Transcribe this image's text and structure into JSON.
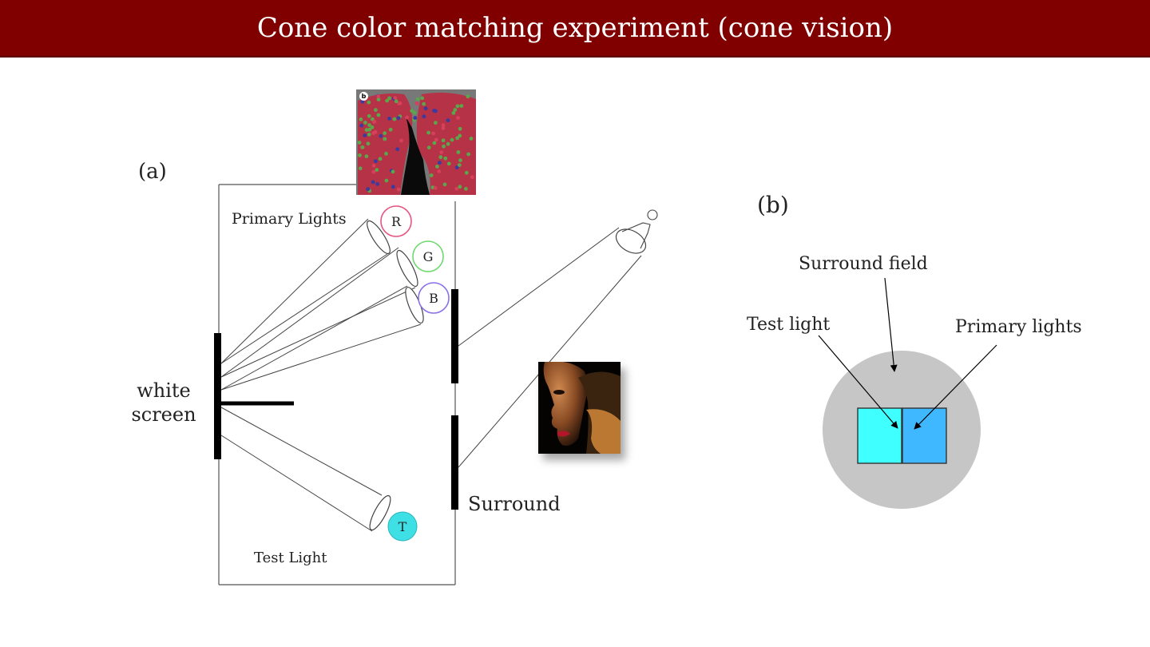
{
  "slide": {
    "title": "Cone color matching experiment (cone vision)",
    "title_bar_color": "#800000"
  },
  "panel_a": {
    "label": "(a)",
    "primary_lights_label": "Primary Lights",
    "white_screen_label_line1": "white",
    "white_screen_label_line2": "screen",
    "surround_label": "Surround",
    "test_light_label": "Test Light",
    "lights": {
      "red": "R",
      "green": "G",
      "blue": "B",
      "test": "T"
    },
    "colors": {
      "red": "#e75480",
      "green": "#6fd96f",
      "blue": "#8a6fe8",
      "test": "#3ee0e6"
    }
  },
  "cone_mosaic_photo": {
    "badge": "b"
  },
  "face_photo": {},
  "panel_b": {
    "label": "(b)",
    "surround_field_label": "Surround field",
    "test_light_label": "Test light",
    "primary_lights_label": "Primary lights",
    "colors": {
      "surround": "#c6c6c6",
      "test_patch": "#40ffff",
      "primary_patch": "#40b8ff"
    }
  }
}
